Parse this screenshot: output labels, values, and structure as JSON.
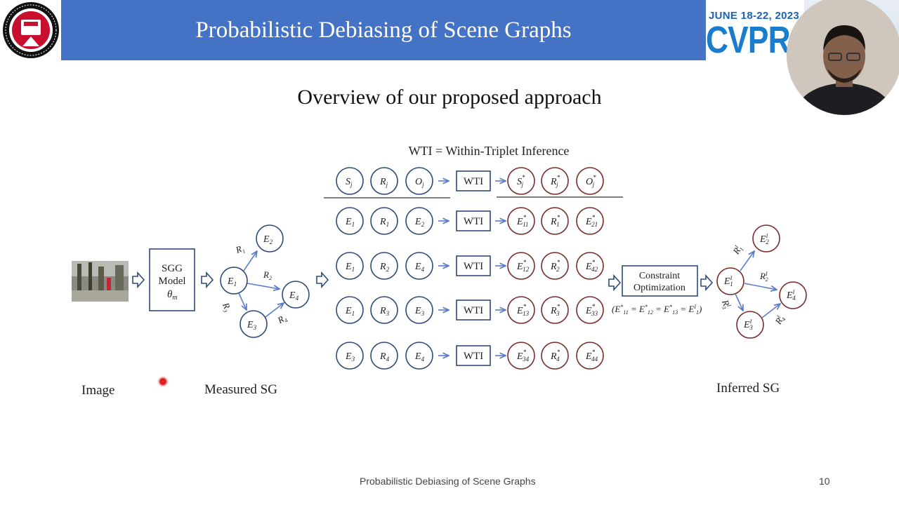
{
  "header": {
    "title": "Probabilistic Debiasing of Scene Graphs",
    "conference_date": "JUNE 18-22, 2023",
    "conference_name": "CVPR",
    "logo_text": "RENSSELAER POLYTECHNIC INSTITUTE · 1824"
  },
  "slide": {
    "subtitle": "Overview of our proposed approach",
    "wti_definition": "WTI = Within-Triplet Inference",
    "wti_label": "WTI",
    "model_box": {
      "line1": "SGG",
      "line2": "Model",
      "line3": "θ",
      "line3_sub": "m"
    },
    "constraint_box": {
      "line1": "Constraint",
      "line2": "Optimization"
    },
    "constraint_equation": "(E*11 = E*12 = E*13 = EI1)",
    "captions": {
      "image": "Image",
      "measured": "Measured SG",
      "inferred": "Inferred SG"
    },
    "footer_title": "Probabilistic Debiasing of Scene Graphs",
    "page_number": "10"
  },
  "colors": {
    "title_band": "#4472c4",
    "blue_node": "#2e4a7a",
    "red_node": "#7b2a2a",
    "arrow": "#5b7dc8"
  }
}
